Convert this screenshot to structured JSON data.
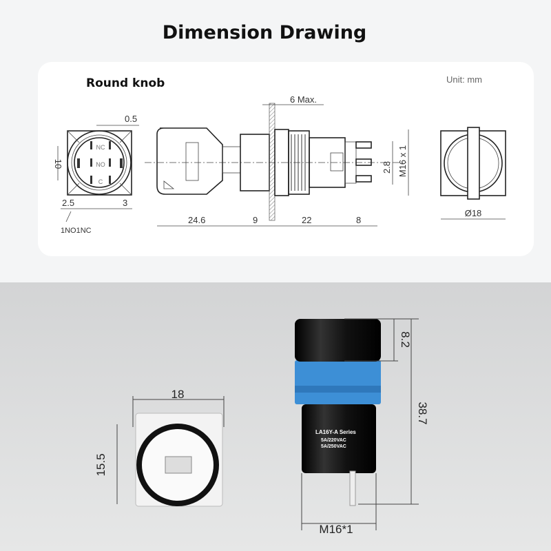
{
  "title": "Dimension Drawing",
  "subtitle": "Round knob",
  "unit": "Unit: mm",
  "drawing": {
    "front_view": {
      "top": "0.5",
      "left_side": "10",
      "bottom_left": "2.5",
      "bottom_right": "3",
      "contacts_note": "1NO1NC",
      "contact_labels": [
        "NC",
        "NO",
        "C"
      ]
    },
    "side_view": {
      "panel": "6 Max.",
      "key_length": "24.6",
      "neck": "9",
      "body": "22",
      "terminals": "8",
      "pitch": "2.8",
      "thread": "M16 x 1"
    },
    "rear_view": {
      "diameter": "Ø18"
    }
  },
  "photos": {
    "front": {
      "width": "18",
      "height": "15.5"
    },
    "side": {
      "knob_height": "8.2",
      "total_height": "38.7",
      "thread": "M16*1",
      "series": "LA16Y-A Series",
      "rating1": "5A/220VAC",
      "rating2": "5A/250VAC"
    }
  },
  "colors": {
    "blue_ring": "#3d8fd6",
    "black_body": "#111111",
    "bg_gray": "#dcdddd"
  }
}
